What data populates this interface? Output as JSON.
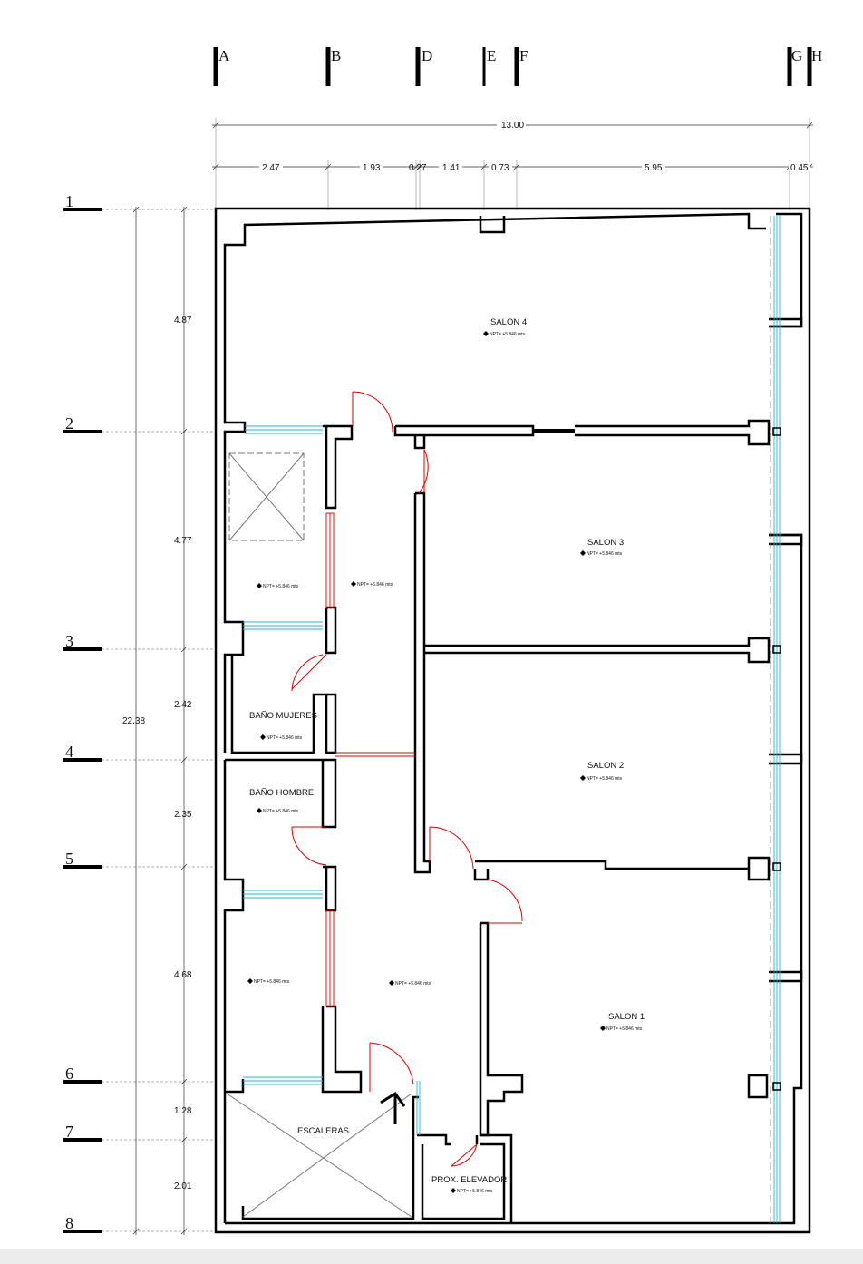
{
  "axes": {
    "columns": [
      "A",
      "B",
      "D",
      "E",
      "F",
      "G",
      "H"
    ],
    "rows": [
      "1",
      "2",
      "3",
      "4",
      "5",
      "6",
      "7",
      "8"
    ]
  },
  "dimensions": {
    "overall_width": "13.00",
    "column_spans": [
      "2.47",
      "1.93",
      "0.27",
      "1.41",
      "0.73",
      "5.95",
      "0.45"
    ],
    "overall_height": "22.38",
    "row_spans": [
      "4.87",
      "4.77",
      "2.42",
      "2.35",
      "4.68",
      "1.28",
      "2.01"
    ]
  },
  "rooms": {
    "salon4": "SALON 4",
    "salon3": "SALON 3",
    "salon2": "SALON 2",
    "salon1": "SALON 1",
    "bano_mujeres": "BAÑO MUJERES",
    "bano_hombre": "BAÑO HOMBRE",
    "escaleras": "ESCALERAS",
    "prox_elevador": "PROX. ELEVADOR"
  },
  "level_label": "NPT= +5.846 mts",
  "colors": {
    "wall": "#000000",
    "door": "#e00000",
    "window": "#2ab3d6",
    "dimension": "#333333"
  }
}
